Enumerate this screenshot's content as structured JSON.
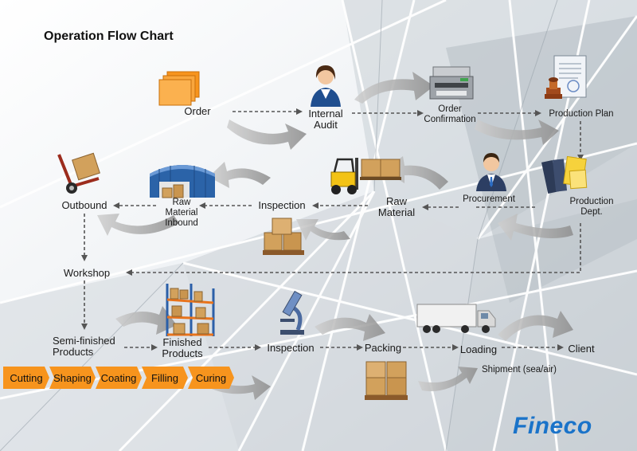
{
  "title": "Operation Flow Chart",
  "nodes": {
    "order": "Order",
    "internal_audit": [
      "Internal",
      "Audit"
    ],
    "order_confirmation": [
      "Order",
      "Confirmation"
    ],
    "production_plan": "Production Plan",
    "production_dept": [
      "Production",
      "Dept."
    ],
    "procurement": "Procurement",
    "raw_material": [
      "Raw",
      "Material"
    ],
    "inspection_1": "Inspection",
    "raw_material_inbound": [
      "Raw",
      "Material",
      "Inbound"
    ],
    "outbound": "Outbound",
    "workshop": "Workshop",
    "semi_finished": [
      "Semi-finished",
      "Products"
    ],
    "finished": [
      "Finished",
      "Products"
    ],
    "inspection_2": "Inspection",
    "packing": "Packing",
    "loading": "Loading",
    "client": "Client",
    "shipment": "Shipment (sea/air)"
  },
  "process_steps": [
    "Cutting",
    "Shaping",
    "Coating",
    "Filling",
    "Curing"
  ],
  "brand": "Fineco",
  "colors": {
    "accent_orange": "#f7941d",
    "brand_blue": "#1a73c9",
    "arrow_dash": "#555555"
  },
  "icons": [
    "document-stack-icon",
    "businesswoman-icon",
    "printer-icon",
    "certificate-icon",
    "businessman-icon",
    "binders-icon",
    "forklift-icon",
    "warehouse-icon",
    "hand-truck-icon",
    "boxes-pallet-icon",
    "shelving-rack-icon",
    "microscope-icon",
    "truck-icon"
  ]
}
